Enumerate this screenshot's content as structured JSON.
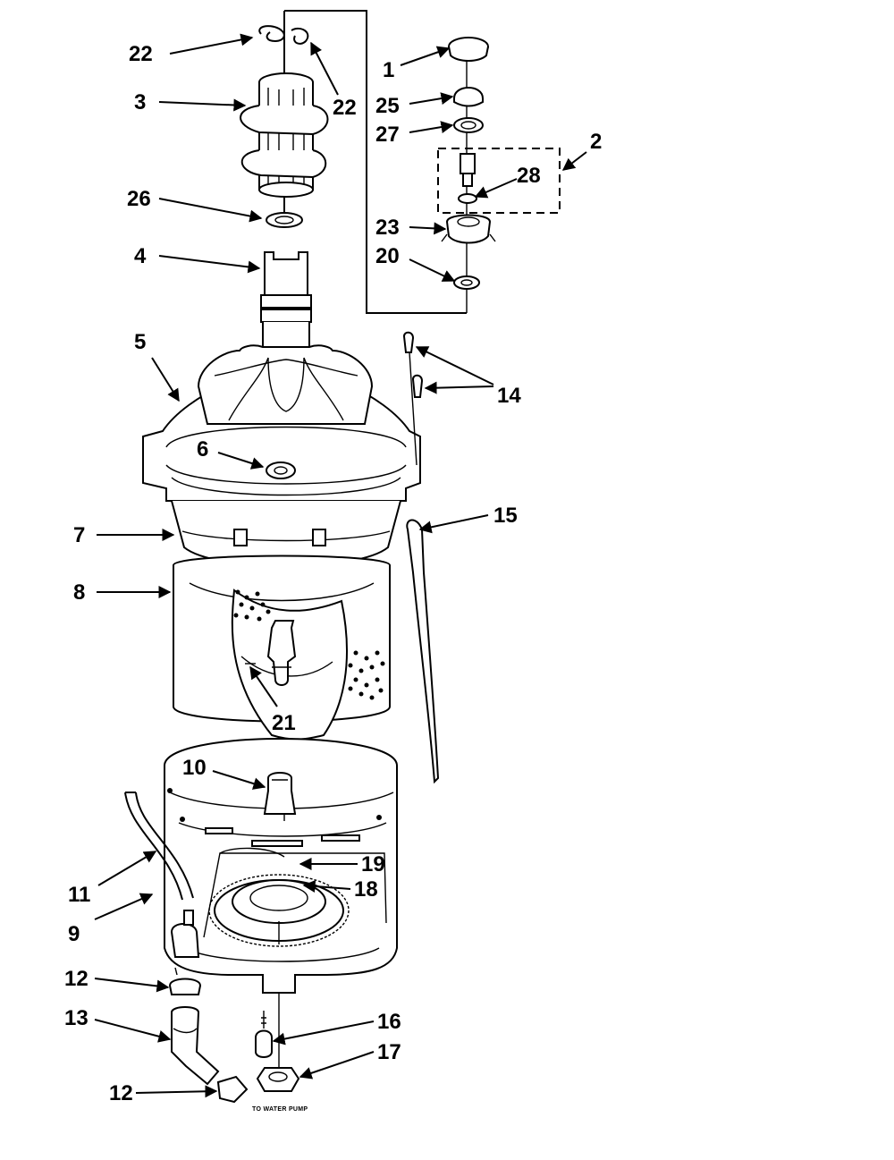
{
  "callouts": {
    "c1": "1",
    "c2": "2",
    "c3": "3",
    "c4": "4",
    "c5": "5",
    "c6": "6",
    "c7": "7",
    "c8": "8",
    "c9": "9",
    "c10": "10",
    "c11": "11",
    "c12a": "12",
    "c12b": "12",
    "c13": "13",
    "c14": "14",
    "c15": "15",
    "c16": "16",
    "c17": "17",
    "c18": "18",
    "c19": "19",
    "c20": "20",
    "c21": "21",
    "c22a": "22",
    "c22b": "22",
    "c23": "23",
    "c25": "25",
    "c26": "26",
    "c27": "27",
    "c28": "28"
  },
  "notes": {
    "pump": "TO WATER PUMP"
  }
}
